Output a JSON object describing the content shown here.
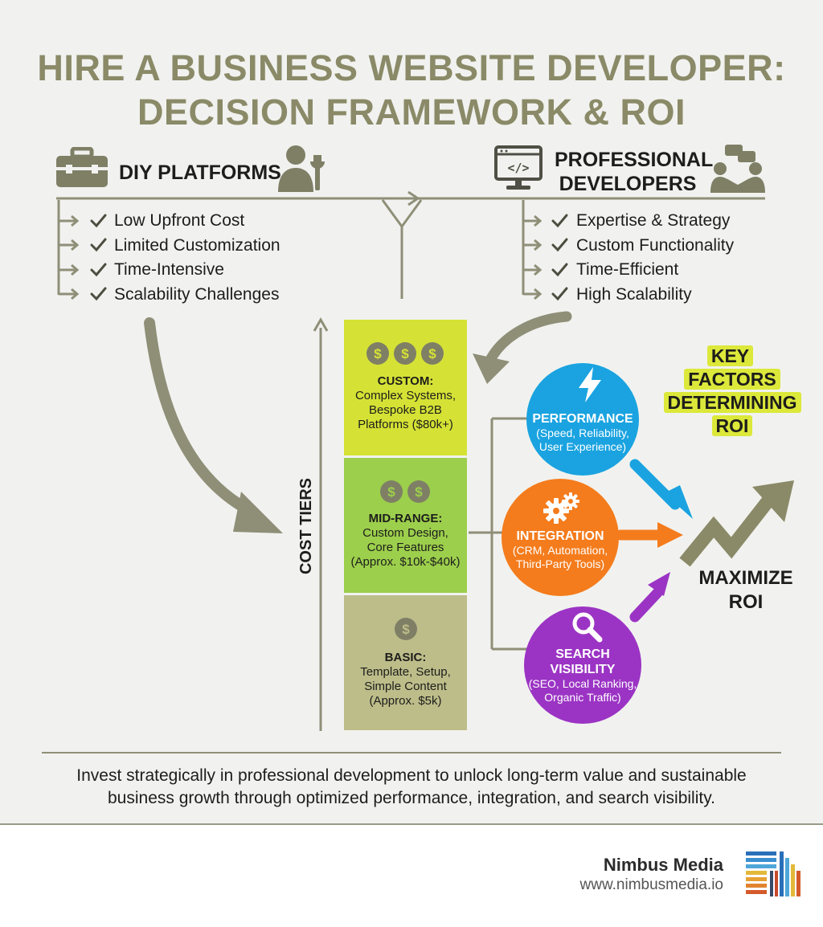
{
  "title": {
    "line1": "HIRE A BUSINESS WEBSITE DEVELOPER:",
    "line2": "DECISION FRAMEWORK & ROI"
  },
  "diy": {
    "label": "DIY PLATFORMS",
    "items": [
      {
        "text": "Low Upfront Cost"
      },
      {
        "text": "Limited Customization"
      },
      {
        "text": "Time-Intensive"
      },
      {
        "text": "Scalability Challenges"
      }
    ]
  },
  "pro": {
    "label_line1": "PROFESSIONAL",
    "label_line2": "DEVELOPERS",
    "items": [
      {
        "text": "Expertise & Strategy"
      },
      {
        "text": "Custom Functionality"
      },
      {
        "text": "Time-Efficient"
      },
      {
        "text": "High Scalability"
      }
    ]
  },
  "cost_axis_label": "COST TIERS",
  "tiers": {
    "custom": {
      "name": "CUSTOM:",
      "lines": [
        "Complex Systems,",
        "Bespoke B2B",
        "Platforms ($80k+)"
      ],
      "color": "#d5e235",
      "coins": 3
    },
    "mid": {
      "name": "MID-RANGE:",
      "lines": [
        "Custom Design,",
        "Core Features",
        "(Approx. $10k-$40k)"
      ],
      "color": "#9ccf4c",
      "coins": 2
    },
    "basic": {
      "name": "BASIC:",
      "lines": [
        "Template, Setup,",
        "Simple Content",
        "(Approx. $5k)"
      ],
      "color": "#bdbd8a",
      "coins": 1
    }
  },
  "key_factors": {
    "line1": "KEY FACTORS",
    "line2": "DETERMINING",
    "line3": "ROI"
  },
  "factors": {
    "performance": {
      "name": "PERFORMANCE",
      "lines": [
        "(Speed, Reliability,",
        "User Experience)"
      ],
      "color": "#1aa3e0",
      "icon": "lightning-icon"
    },
    "integration": {
      "name": "INTEGRATION",
      "lines": [
        "(CRM, Automation,",
        "Third-Party Tools)"
      ],
      "color": "#f47c1d",
      "icon": "gears-icon"
    },
    "search": {
      "name_line1": "SEARCH",
      "name_line2": "VISIBILITY",
      "lines": [
        "(SEO, Local Ranking,",
        "Organic Traffic)"
      ],
      "color": "#9b34c4",
      "icon": "magnifier-icon"
    }
  },
  "roi": {
    "line1": "MAXIMIZE",
    "line2": "ROI"
  },
  "footer": {
    "line1": "Invest strategically in professional development to unlock long-term value and sustainable",
    "line2": "business growth through optimized performance, integration, and search visibility."
  },
  "brand": {
    "name": "Nimbus Media",
    "url": "www.nimbusmedia.io"
  },
  "colors": {
    "olive": "#8a8a68",
    "line": "#8f8f78"
  }
}
